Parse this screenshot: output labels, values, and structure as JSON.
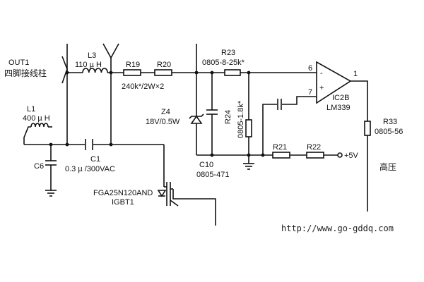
{
  "labels": {
    "out1": "OUT1",
    "out1_desc": "四脚接线柱",
    "l3": "L3",
    "l3_val": "110 µ H",
    "r19": "R19",
    "r20": "R20",
    "r19_r20_val": "240k*/2W×2",
    "r23": "R23",
    "r23_val": "0805-8-25k*",
    "l1": "L1",
    "l1_val": "400 µ H",
    "c1": "C1",
    "c1_val": "0.3 µ /300VAC",
    "c6": "C6",
    "z4": "Z4",
    "z4_val": "18V/0.5W",
    "r24": "R24",
    "r24_val": "0805-1.8k*",
    "c10": "C10",
    "c10_val": "0805-471",
    "r21": "R21",
    "r22": "R22",
    "vcc": "+5V",
    "pin6": "6",
    "pin7": "7",
    "pin1": "1",
    "minus": "-",
    "plus": "+",
    "ic": "IC2B",
    "ic_val": "LM339",
    "r33": "R33",
    "r33_val": "0805-56",
    "high_voltage": "高压",
    "igbt_part": "FGA25N120AND",
    "igbt": "IGBT1",
    "url": "http://www.go-gddq.com"
  }
}
